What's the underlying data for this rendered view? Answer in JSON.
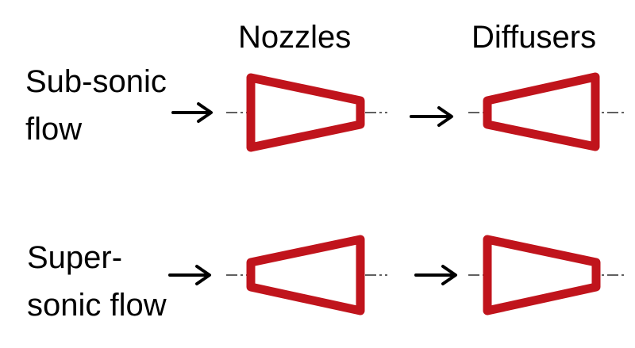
{
  "columns": {
    "nozzles": "Nozzles",
    "diffusers": "Diffusers"
  },
  "rows": {
    "subsonic": {
      "line1": "Sub-sonic",
      "line2": "flow"
    },
    "supersonic": {
      "line1": "Super-",
      "line2": "sonic flow"
    }
  },
  "colors": {
    "shape_stroke": "#c0141c",
    "arrow": "#000000",
    "centerline": "#000000"
  }
}
